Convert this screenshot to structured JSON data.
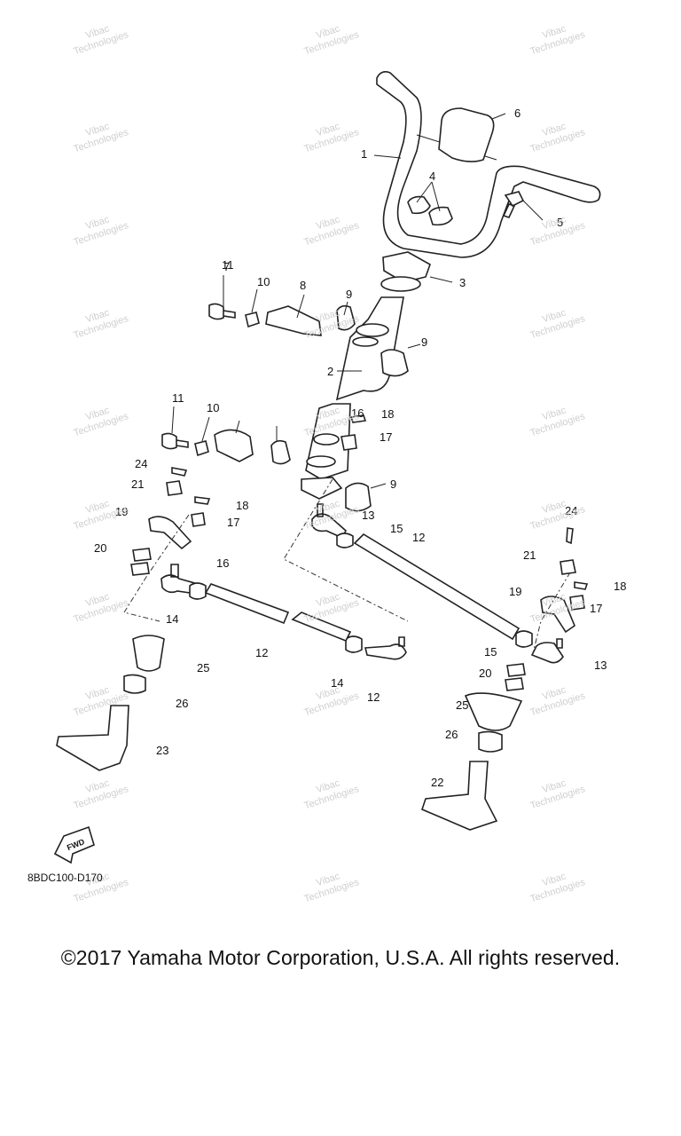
{
  "diagram": {
    "code": "8BDC100-D170",
    "fwd_label": "FWD",
    "watermark": "Vibac Technologies",
    "callouts": [
      "1",
      "2",
      "3",
      "4",
      "5",
      "6",
      "7",
      "8",
      "9",
      "9",
      "9",
      "10",
      "10",
      "11",
      "11",
      "12",
      "12",
      "12",
      "13",
      "13",
      "14",
      "14",
      "15",
      "15",
      "16",
      "16",
      "17",
      "17",
      "17",
      "18",
      "18",
      "18",
      "19",
      "19",
      "20",
      "20",
      "21",
      "21",
      "22",
      "23",
      "24",
      "24",
      "25",
      "25",
      "26",
      "26"
    ]
  },
  "footer": {
    "copyright": "©2017 Yamaha Motor Corporation, U.S.A. All rights reserved."
  }
}
